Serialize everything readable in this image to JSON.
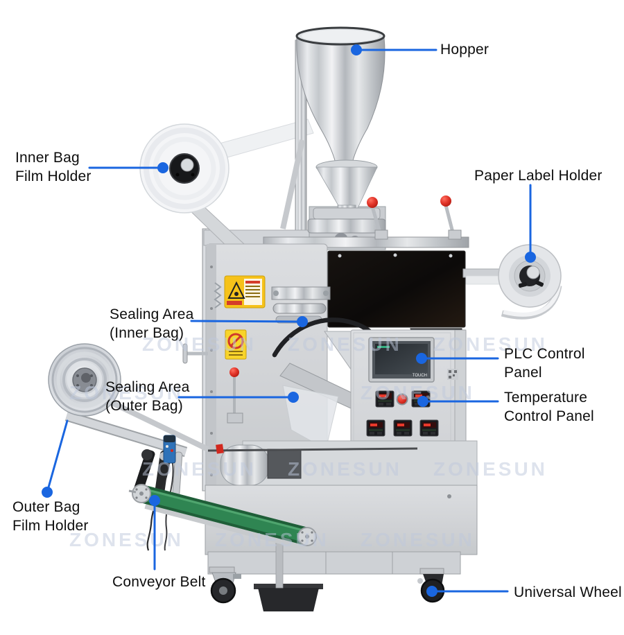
{
  "watermark": {
    "text": "ZONESUN"
  },
  "screen": {
    "touch_label": "TOUCH"
  },
  "callouts": {
    "hopper": {
      "label": "Hopper"
    },
    "inner_bag_film_holder": {
      "line1": "Inner Bag",
      "line2": "Film Holder"
    },
    "paper_label_holder": {
      "label": "Paper Label Holder"
    },
    "sealing_area_inner_bag": {
      "line1": "Sealing Area",
      "line2": "(Inner Bag)"
    },
    "sealing_area_outer_bag": {
      "line1": "Sealing Area",
      "line2": "(Outer Bag)"
    },
    "plc_control_panel": {
      "line1": "PLC Control",
      "line2": "Panel"
    },
    "temperature_control_panel": {
      "line1": "Temperature",
      "line2": "Control Panel"
    },
    "outer_bag_film_holder": {
      "line1": "Outer Bag",
      "line2": "Film Holder"
    },
    "conveyor_belt": {
      "label": "Conveyor Belt"
    },
    "universal_wheel": {
      "label": "Universal Wheel"
    }
  },
  "colors": {
    "callout_blue": "#1a66e0",
    "watermark_color": "#bdc8dc",
    "belt_green": "#2f8552",
    "belt_green_dark": "#1f5e38",
    "indicator_red": "#d2281e",
    "emergency_yellow": "#f3d313"
  }
}
